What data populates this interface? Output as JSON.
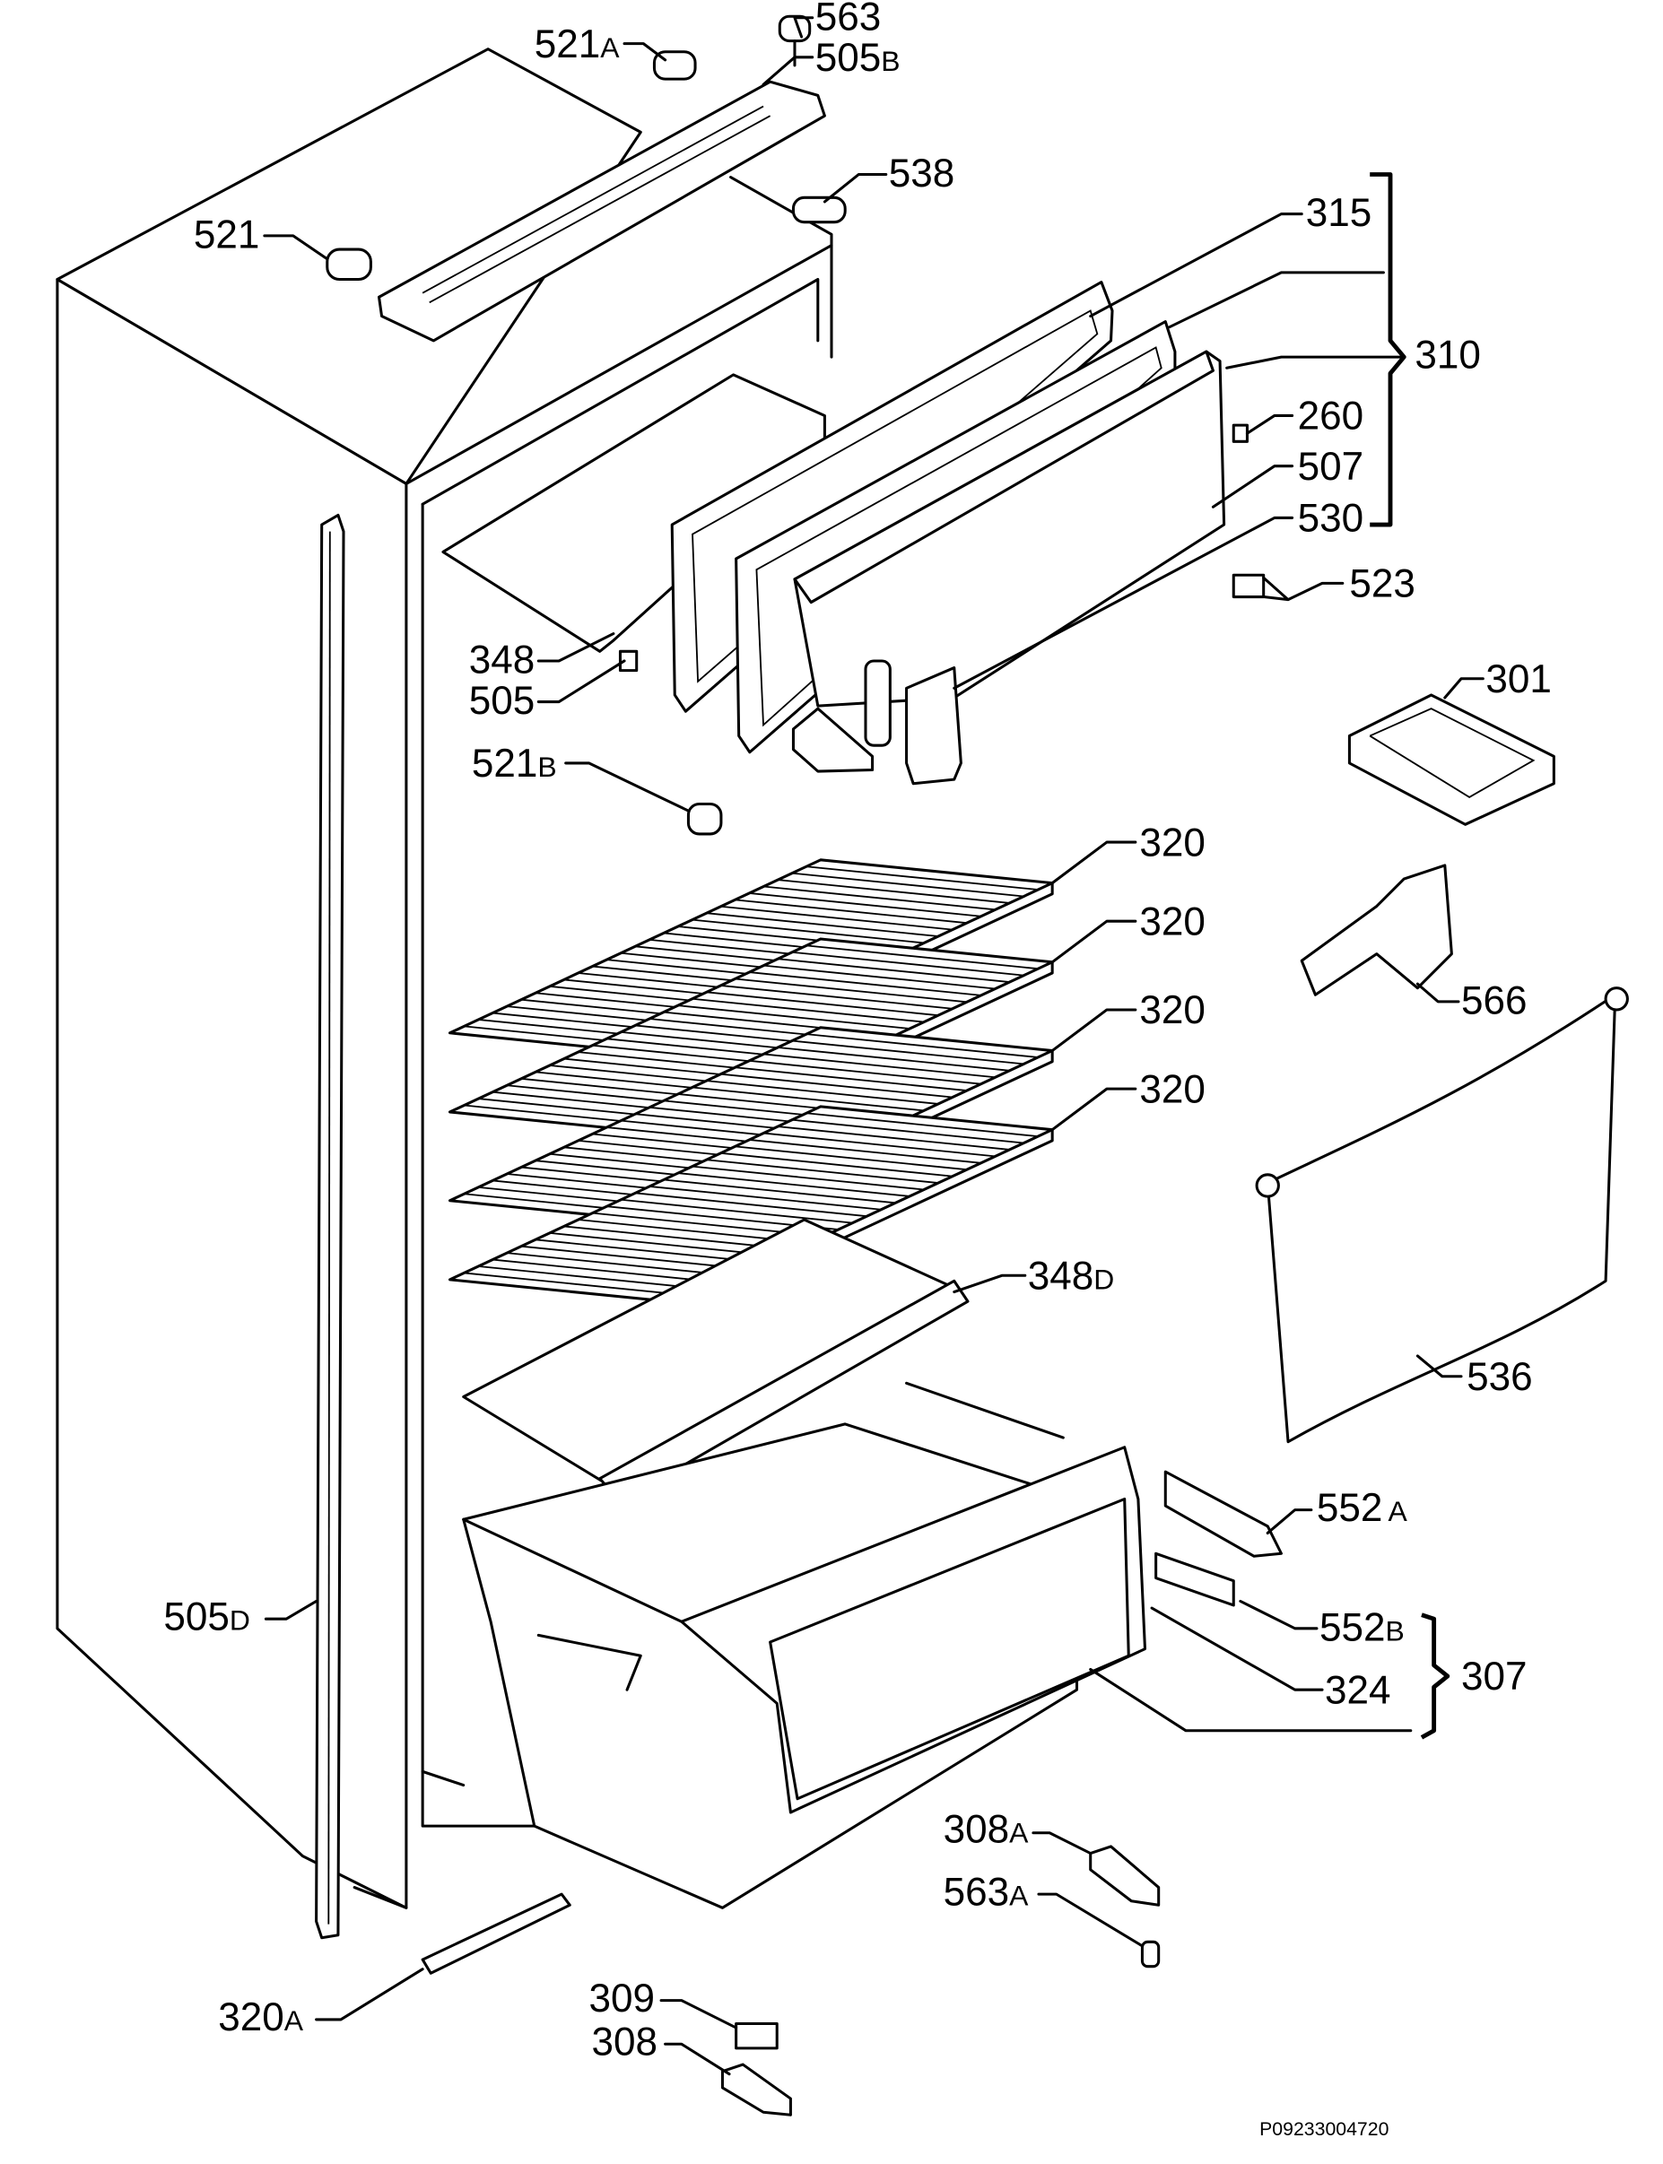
{
  "diagram": {
    "type": "exploded parts diagram",
    "reference_code": "P09233004720",
    "labels": [
      {
        "num": "521",
        "suffix": "A"
      },
      {
        "num": "563",
        "suffix": ""
      },
      {
        "num": "505",
        "suffix": "B"
      },
      {
        "num": "538",
        "suffix": ""
      },
      {
        "num": "521",
        "suffix": ""
      },
      {
        "num": "315",
        "suffix": ""
      },
      {
        "num": "310",
        "suffix": ""
      },
      {
        "num": "260",
        "suffix": ""
      },
      {
        "num": "507",
        "suffix": ""
      },
      {
        "num": "530",
        "suffix": ""
      },
      {
        "num": "523",
        "suffix": ""
      },
      {
        "num": "348",
        "suffix": ""
      },
      {
        "num": "505",
        "suffix": ""
      },
      {
        "num": "301",
        "suffix": ""
      },
      {
        "num": "521",
        "suffix": "B"
      },
      {
        "num": "320",
        "suffix": ""
      },
      {
        "num": "320",
        "suffix": ""
      },
      {
        "num": "566",
        "suffix": ""
      },
      {
        "num": "320",
        "suffix": ""
      },
      {
        "num": "320",
        "suffix": ""
      },
      {
        "num": "348",
        "suffix": "D"
      },
      {
        "num": "536",
        "suffix": ""
      },
      {
        "num": "552",
        "suffix": "A"
      },
      {
        "num": "505",
        "suffix": "D"
      },
      {
        "num": "552",
        "suffix": "B"
      },
      {
        "num": "307",
        "suffix": ""
      },
      {
        "num": "324",
        "suffix": ""
      },
      {
        "num": "308",
        "suffix": "A"
      },
      {
        "num": "563",
        "suffix": "A"
      },
      {
        "num": "309",
        "suffix": ""
      },
      {
        "num": "320",
        "suffix": "A"
      },
      {
        "num": "308",
        "suffix": ""
      }
    ]
  }
}
